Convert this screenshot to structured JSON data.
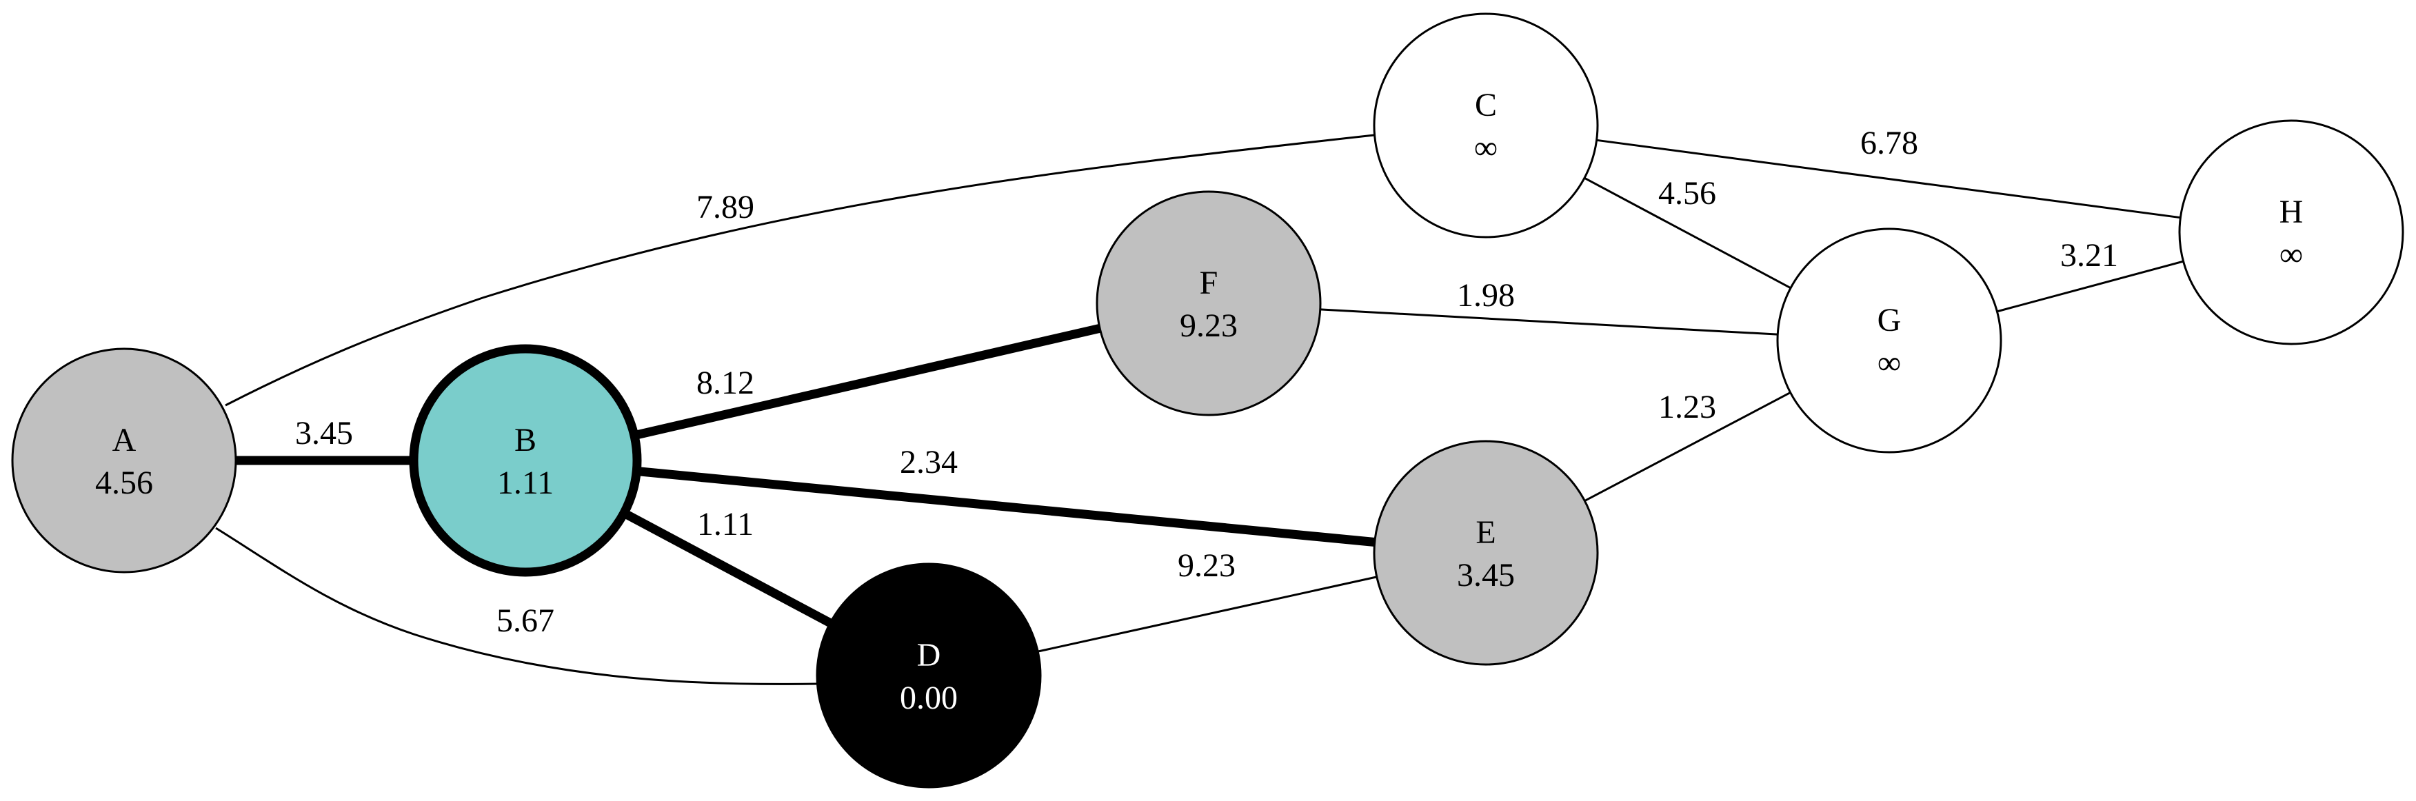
{
  "colors": {
    "visited": "#c0c0c0",
    "current": "#7acdcb",
    "source": "#000000",
    "unvisited": "#ffffff",
    "dark_text": "#000000",
    "light_text": "#ffffff"
  },
  "nodes": [
    {
      "id": "A",
      "name": "A",
      "dist": "4.56",
      "state": "visited"
    },
    {
      "id": "B",
      "name": "B",
      "dist": "1.11",
      "state": "current"
    },
    {
      "id": "C",
      "name": "C",
      "dist": "∞",
      "state": "unvisited"
    },
    {
      "id": "D",
      "name": "D",
      "dist": "0.00",
      "state": "source"
    },
    {
      "id": "E",
      "name": "E",
      "dist": "3.45",
      "state": "visited"
    },
    {
      "id": "F",
      "name": "F",
      "dist": "9.23",
      "state": "visited"
    },
    {
      "id": "G",
      "name": "G",
      "dist": "∞",
      "state": "unvisited"
    },
    {
      "id": "H",
      "name": "H",
      "dist": "∞",
      "state": "unvisited"
    }
  ],
  "edges": [
    {
      "from": "A",
      "to": "B",
      "weight": "3.45",
      "highlighted": true
    },
    {
      "from": "A",
      "to": "C",
      "weight": "7.89",
      "highlighted": false
    },
    {
      "from": "A",
      "to": "D",
      "weight": "5.67",
      "highlighted": false
    },
    {
      "from": "B",
      "to": "F",
      "weight": "8.12",
      "highlighted": true
    },
    {
      "from": "B",
      "to": "E",
      "weight": "2.34",
      "highlighted": true
    },
    {
      "from": "B",
      "to": "D",
      "weight": "1.11",
      "highlighted": true
    },
    {
      "from": "D",
      "to": "E",
      "weight": "9.23",
      "highlighted": false
    },
    {
      "from": "F",
      "to": "G",
      "weight": "1.98",
      "highlighted": false
    },
    {
      "from": "C",
      "to": "G",
      "weight": "4.56",
      "highlighted": false
    },
    {
      "from": "C",
      "to": "H",
      "weight": "6.78",
      "highlighted": false
    },
    {
      "from": "G",
      "to": "H",
      "weight": "3.21",
      "highlighted": false
    },
    {
      "from": "E",
      "to": "G",
      "weight": "1.23",
      "highlighted": false
    }
  ]
}
